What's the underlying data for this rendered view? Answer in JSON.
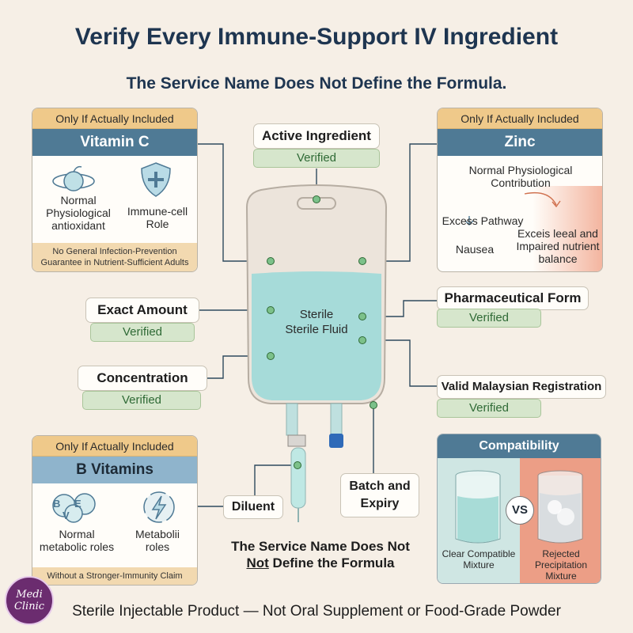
{
  "title": "Verify Every Immune-Support IV Ingredient",
  "subtitle": "The Service Name Does Not Define the Formula.",
  "vitamin_c": {
    "tag": "Only If Actually Included",
    "heading": "Vitamin C",
    "left_label": "Normal Physiological antioxidant",
    "right_label": "Immune-cell Role",
    "footer": "No General Infection-Prevention Guarantee in Nutrient-Sufficient Adults"
  },
  "zinc": {
    "tag": "Only If Actually Included",
    "heading": "Zinc",
    "contribution": "Normal Physiological Contribution",
    "excess": "Excess Pathway",
    "nausea": "Nausea",
    "imbalance": "Exceis leeal and Impaired nutrient balance"
  },
  "b_vitamins": {
    "tag": "Only If Actually Included",
    "heading": "B Vitamins",
    "left_label": "Normal metabolic roles",
    "right_label": "Metabolii roles",
    "footer": "Without a Stronger-Immunity Claim",
    "icon_letters": [
      "B",
      "V",
      "E"
    ]
  },
  "checks": {
    "verified": "Verified",
    "active_ingredient": "Active Ingredient",
    "exact_amount": "Exact Amount",
    "concentration": "Concentration",
    "pharmaceutical_form": "Pharmaceutical Form",
    "registration": "Valid Malaysian Registration",
    "diluent": "Diluent",
    "batch_expiry": "Batch and Expiry"
  },
  "bag": {
    "label_1": "Sterile",
    "label_2": "Sterile Fluid"
  },
  "compatibility": {
    "heading": "Compatibility",
    "vs": "VS",
    "left": "Clear Compatible Mixture",
    "right": "Rejected Precipitation Mixture"
  },
  "center_note": {
    "line1": "The Service Name Does Not",
    "not_word": "Not",
    "line2_rest": " Define the Formula"
  },
  "bottom_banner": "Sterile Injectable Product — Not Oral Supplement or Food-Grade Powder",
  "logo": {
    "line1": "Medi",
    "line2": "Clinic"
  },
  "colors": {
    "header_blue": "#4f7a95",
    "tag_orange": "#efc98a",
    "verified_green": "#d6e6cc",
    "fluid": "#9fd9d8",
    "reject": "#ec9e86"
  }
}
